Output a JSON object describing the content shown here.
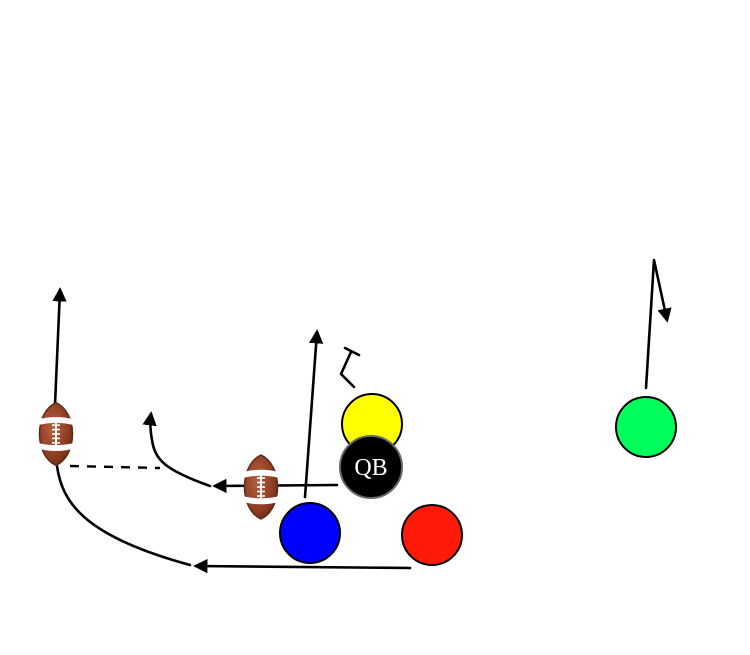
{
  "diagram": {
    "type": "football-play",
    "background": "#ffffff"
  },
  "players": [
    {
      "id": "yellow",
      "color": "#ffff00",
      "label": ""
    },
    {
      "id": "qb",
      "color": "#000000",
      "label": "QB",
      "label_color": "#ffffff"
    },
    {
      "id": "blue",
      "color": "#0000ff",
      "label": ""
    },
    {
      "id": "red",
      "color": "#ff1a0a",
      "label": ""
    },
    {
      "id": "green",
      "color": "#00ff5a",
      "label": ""
    }
  ],
  "footballs": [
    {
      "id": "ball-left",
      "color": "#8b3a22"
    },
    {
      "id": "ball-center",
      "color": "#8b3a22"
    }
  ],
  "routes": [
    {
      "id": "yellow-zigzag",
      "from": "yellow",
      "style": "block"
    },
    {
      "id": "blue-vertical",
      "from": "blue",
      "style": "arrow"
    },
    {
      "id": "green-hitch",
      "from": "green",
      "style": "arrow"
    },
    {
      "id": "qb-pitch",
      "from": "qb",
      "style": "arrow"
    },
    {
      "id": "center-ball-wheel",
      "from": "ball-center",
      "style": "arrow"
    },
    {
      "id": "red-sweep",
      "from": "red",
      "style": "arrow"
    },
    {
      "id": "left-ball-vertical",
      "from": "ball-left",
      "style": "arrow"
    },
    {
      "id": "lateral-dashed",
      "from": "ball-left",
      "style": "dashed"
    }
  ]
}
